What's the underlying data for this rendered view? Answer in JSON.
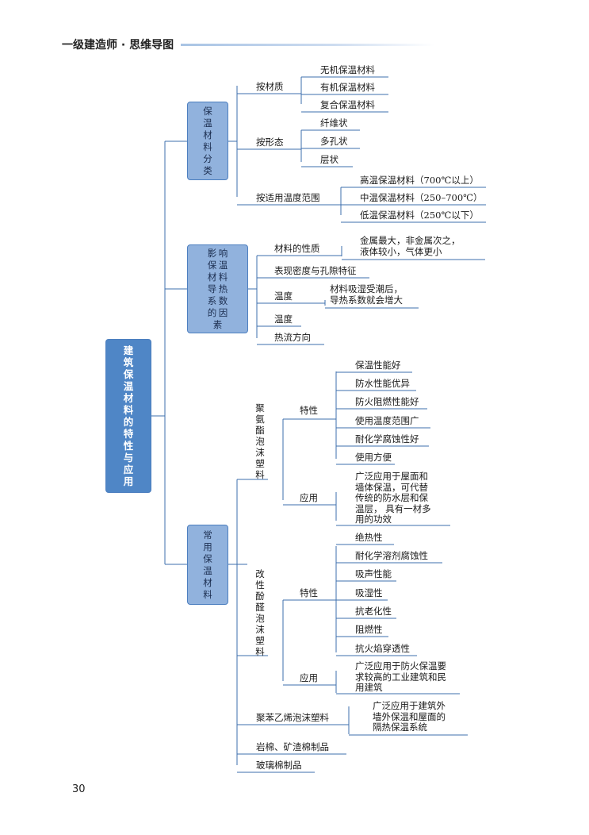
{
  "header": {
    "title": "一级建造师 · 思维导图"
  },
  "page_number": "30",
  "root": "建筑保温材料的特性与应用",
  "categories": [
    {
      "label": "保温材料分类",
      "groups": [
        {
          "label": "按材质",
          "items": [
            "无机保温材料",
            "有机保温材料",
            "复合保温材料"
          ]
        },
        {
          "label": "按形态",
          "items": [
            "纤维状",
            "多孔状",
            "层状"
          ]
        },
        {
          "label": "按适用温度范围",
          "items": [
            "高温保温材料（700℃以上）",
            "中温保温材料（250–700℃）",
            "低温保温材料（250℃以下）"
          ]
        }
      ]
    },
    {
      "label": "影响保温材料导热系数的因素",
      "factors": [
        {
          "label": "材料的性质",
          "note": [
            "金属最大，非金属次之，",
            "液体较小，气体更小"
          ]
        },
        {
          "label": "表现密度与孔隙特征"
        },
        {
          "label": "温度",
          "note": [
            "材料吸湿受潮后，",
            "导热系数就会增大"
          ]
        },
        {
          "label": "温度"
        },
        {
          "label": "热流方向"
        }
      ]
    },
    {
      "label": "常用保温材料",
      "products": [
        {
          "label": "聚氨酯泡沫塑料",
          "features_label": "特性",
          "features": [
            "保温性能好",
            "防水性能优异",
            "防火阻燃性能好",
            "使用温度范围广",
            "耐化学腐蚀性好",
            "使用方便"
          ],
          "application_label": "应用",
          "application": [
            "广泛应用于屋面和",
            "墙体保温，可代替",
            "传统的防水层和保",
            "温层， 具有一材多",
            "用的功效"
          ]
        },
        {
          "label": "改性酚醛泡沫塑料",
          "features_label": "特性",
          "features": [
            "绝热性",
            "耐化学溶剂腐蚀性",
            "吸声性能",
            "吸湿性",
            "抗老化性",
            "阻燃性",
            "抗火焰穿透性"
          ],
          "application_label": "应用",
          "application": [
            "广泛应用于防火保温要",
            "求较高的工业建筑和民",
            "用建筑"
          ]
        },
        {
          "label": "聚苯乙烯泡沫塑料",
          "application": [
            "广泛应用于建筑外",
            "墙外保温和屋面的",
            "隔热保温系统"
          ]
        },
        {
          "label": "岩棉、矿渣棉制品"
        },
        {
          "label": "玻璃棉制品"
        }
      ]
    }
  ],
  "colors": {
    "line": "#3d6fae",
    "root_fill": "#4f86c6",
    "node_fill": "#91b2dd"
  }
}
